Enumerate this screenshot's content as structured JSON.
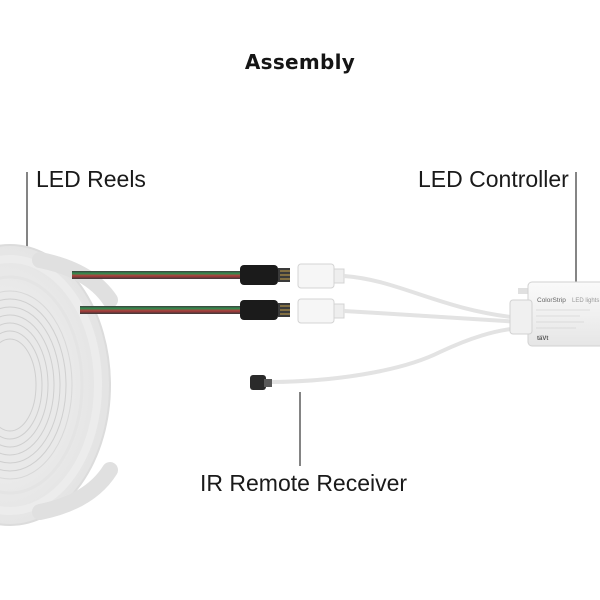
{
  "title": "Assembly",
  "labels": {
    "led_reels": "LED Reels",
    "led_controller": "LED Controller",
    "ir_receiver": "IR Remote Receiver"
  },
  "controller_box": {
    "brand": "ColorStrip",
    "brand_suffix": "LED lights",
    "logo": "täVt"
  },
  "colors": {
    "wire_green": "#2f8f4e",
    "wire_red": "#b23b3b",
    "connector_black": "#1b1b1b"
  }
}
